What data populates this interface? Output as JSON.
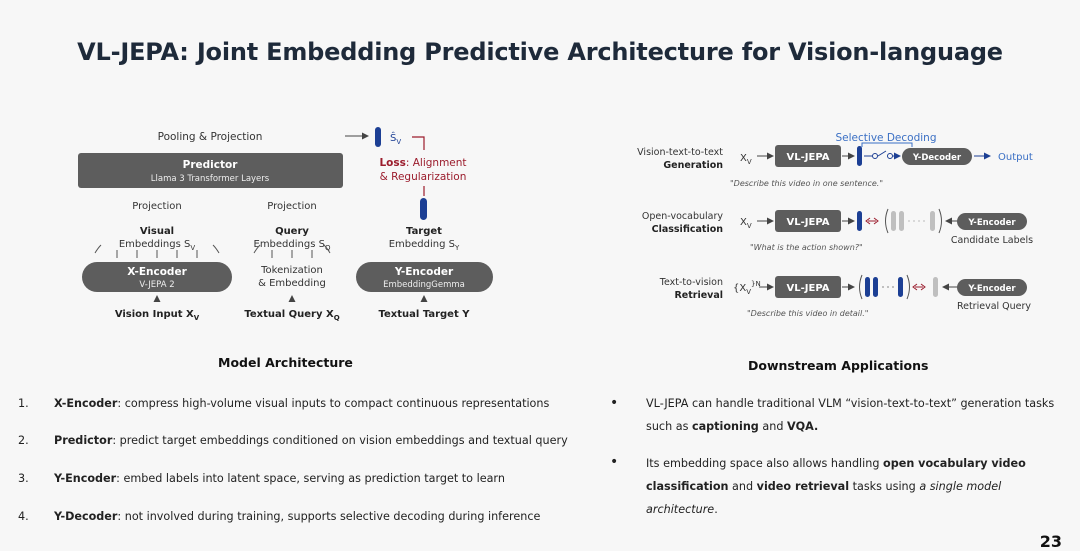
{
  "title": "VL-JEPA: Joint Embedding Predictive Architecture for Vision-language",
  "architecture": {
    "pooling": "Pooling & Projection",
    "sv": "Ŝ",
    "sv_sub": "V",
    "loss_bold": "Loss",
    "loss_rest": ": Alignment",
    "loss_line2": "& Regularization",
    "predictor_title": "Predictor",
    "predictor_sub": "Llama 3 Transformer Layers",
    "projection_left": "Projection",
    "projection_mid": "Projection",
    "visual_title": "Visual",
    "visual_line2": "Embeddings S",
    "visual_sub": "V",
    "query_title": "Query",
    "query_line2": "Embeddings S",
    "query_sub": "Q",
    "target_title": "Target",
    "target_line2": "Embedding S",
    "target_sub": "Y",
    "xenc_title": "X-Encoder",
    "xenc_sub": "V-JEPA 2",
    "tokenization_line1": "Tokenization",
    "tokenization_line2": "& Embedding",
    "yenc_title": "Y-Encoder",
    "yenc_sub": "EmbeddingGemma",
    "input_vision": "Vision Input X",
    "input_vision_sub": "V",
    "input_text": "Textual Query X",
    "input_text_sub": "Q",
    "input_target": "Textual Target Y"
  },
  "applications": {
    "selective_decoding": "Selective Decoding",
    "rows": [
      {
        "label1": "Vision-text-to-text",
        "label2": "Generation",
        "input": "X",
        "input_sub": "V",
        "model": "VL-JEPA",
        "right_box": "Y-Decoder",
        "right_text": "Output",
        "prompt": "\"Describe this video in one sentence.\""
      },
      {
        "label1": "Open-vocabulary",
        "label2": "Classification",
        "input": "X",
        "input_sub": "V",
        "model": "VL-JEPA",
        "right_box": "Y-Encoder",
        "right_text": "Candidate Labels",
        "prompt": "\"What is the action shown?\""
      },
      {
        "label1": "Text-to-vision",
        "label2": "Retrieval",
        "input": "{X",
        "input_sub": "V",
        "input_sup": "}N",
        "model": "VL-JEPA",
        "right_box": "Y-Encoder",
        "right_text": "Retrieval Query",
        "prompt": "\"Describe this video in detail.\""
      }
    ]
  },
  "sections": {
    "left": "Model Architecture",
    "right": "Downstream Applications"
  },
  "left_list": [
    {
      "num": "1.",
      "bold": "X-Encoder",
      "rest": ": compress high-volume visual inputs to compact continuous representations"
    },
    {
      "num": "2.",
      "bold": "Predictor",
      "rest": ": predict target embeddings conditioned on vision embeddings and textual query"
    },
    {
      "num": "3.",
      "bold": "Y-Encoder",
      "rest": ": embed labels into latent space, serving as prediction target to learn"
    },
    {
      "num": "4.",
      "bold": "Y-Decoder",
      "rest": ": not involved during training, supports selective decoding during inference"
    }
  ],
  "right_list": {
    "b1_a": "VL-JEPA can handle traditional VLM “vision-text-to-text” generation tasks",
    "b1_b": "such as ",
    "b1_c": "captioning",
    "b1_d": " and ",
    "b1_e": "VQA.",
    "b2_a": "Its embedding space also allows handling ",
    "b2_b": "open vocabulary video",
    "b2_c": "classification",
    "b2_d": " and ",
    "b2_e": "video retrieval",
    "b2_f": " tasks using ",
    "b2_g": "a single model architecture",
    "b2_h": "."
  },
  "corner_text": "23",
  "colors": {
    "blue": "#1c3f94",
    "red": "#9b1c2c",
    "box": "#5d5d5d",
    "gray": "#bfbfbf",
    "accent_blue": "#3a6fc4"
  }
}
